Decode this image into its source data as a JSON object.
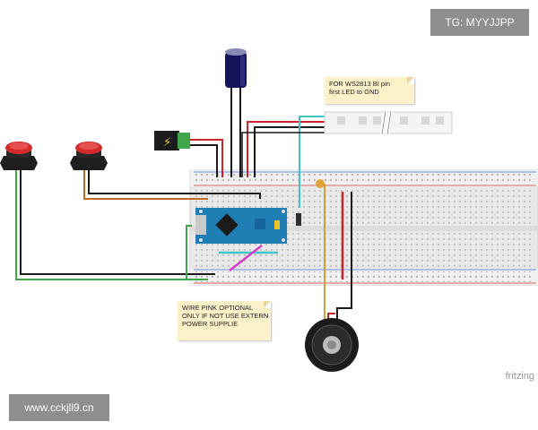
{
  "watermarks": {
    "top_right": "TG: MYYJJPP",
    "bottom_left": "www.cckjll9.cn"
  },
  "notes": {
    "ws2813": [
      "FOR WS2813 BI pin",
      "first LED to GND"
    ],
    "pink_wire": [
      "WIRE PINK OPTIONAL",
      "ONLY IF NOT USE EXTERN",
      "POWER SUPPLIE"
    ]
  },
  "brand": "fritzing",
  "colors": {
    "wire_black": "#1a1a1a",
    "wire_red": "#c8262b",
    "wire_green": "#3fa64a",
    "wire_orange": "#c06a28",
    "wire_cyan": "#3fc4c8",
    "wire_pink": "#d43dcc",
    "wire_yellow": "#c8a23a",
    "button_red": "#d42a2a",
    "arduino_blue": "#1f7fb5"
  }
}
